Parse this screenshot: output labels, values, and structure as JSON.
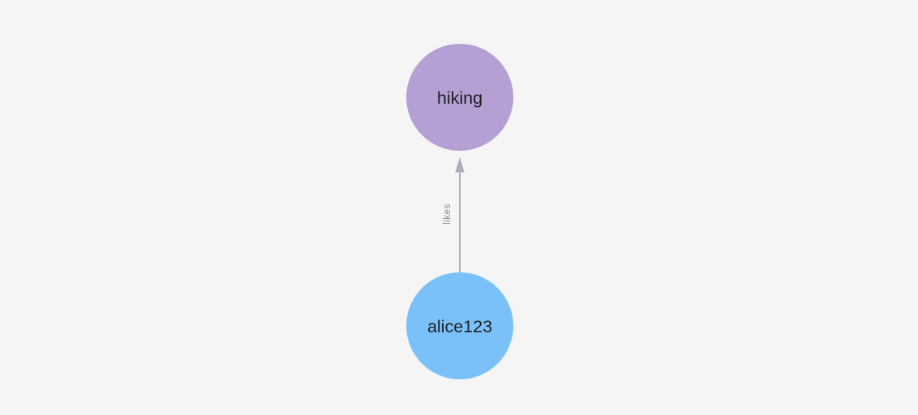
{
  "canvas": {
    "background": "#f4f5f4"
  },
  "graph": {
    "nodes": [
      {
        "label": "hiking",
        "color": "#b59fd4",
        "label_color": "#1c1e21"
      },
      {
        "label": "alice123",
        "color": "#7bc1f9",
        "label_color": "#1c1e21"
      }
    ],
    "edges": [
      {
        "label": "likes",
        "source": "alice123",
        "target": "hiking",
        "color": "#aab0ba",
        "label_color": "#85888d"
      }
    ]
  }
}
